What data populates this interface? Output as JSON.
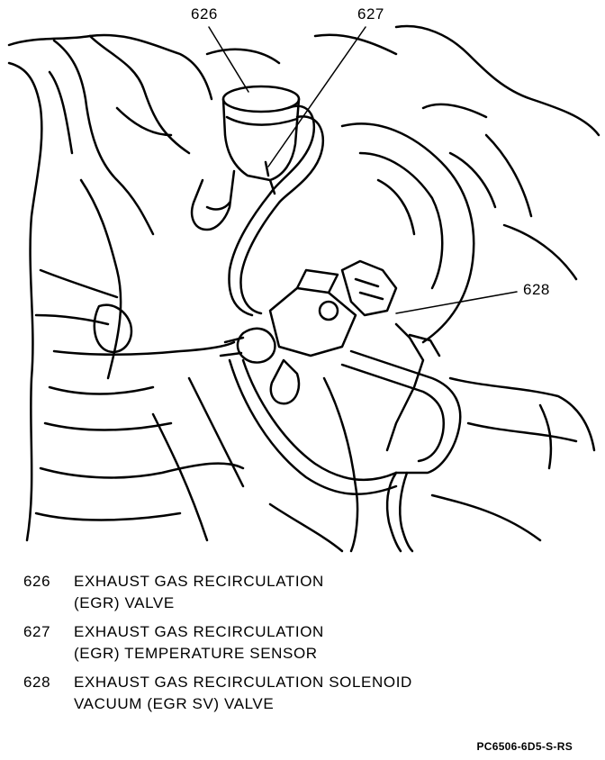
{
  "callouts": [
    {
      "id": "626"
    },
    {
      "id": "627"
    },
    {
      "id": "628"
    }
  ],
  "legend": [
    {
      "number": "626",
      "lines": [
        "EXHAUST GAS RECIRCULATION",
        "(EGR) VALVE"
      ]
    },
    {
      "number": "627",
      "lines": [
        "EXHAUST GAS RECIRCULATION",
        "(EGR) TEMPERATURE SENSOR"
      ]
    },
    {
      "number": "628",
      "lines": [
        "EXHAUST GAS RECIRCULATION SOLENOID",
        "VACUUM (EGR SV) VALVE"
      ]
    }
  ],
  "figure_code": "PC6506-6D5-S-RS",
  "colors": {
    "ink": "#000000",
    "paper": "#ffffff"
  }
}
